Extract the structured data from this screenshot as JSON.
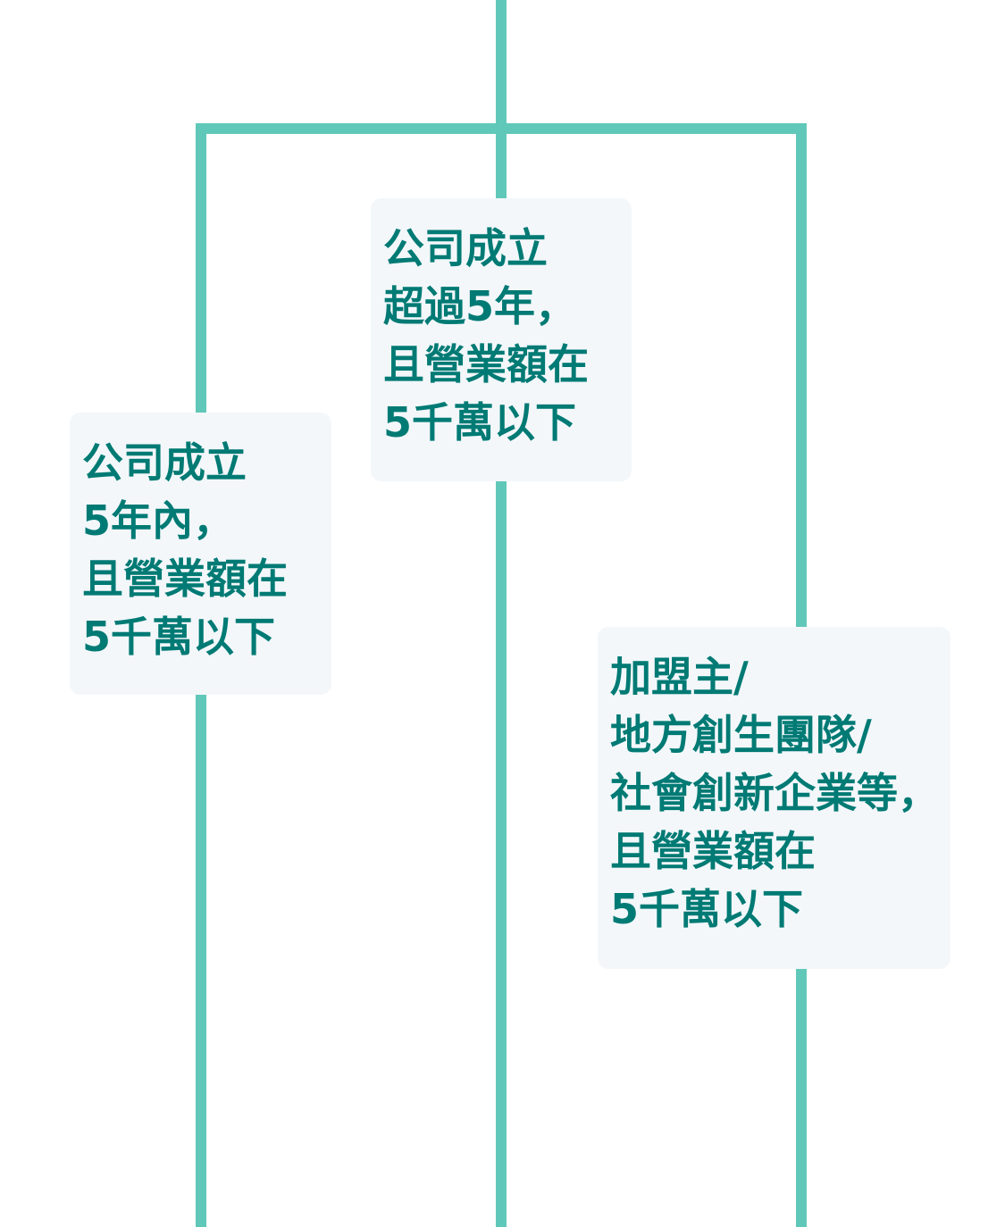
{
  "colors": {
    "line": "#60c8b9",
    "text": "#007a74",
    "box": "#f3f7fa"
  },
  "nodes": [
    {
      "id": "middle",
      "lines": [
        "公司成立",
        "超過5年，",
        "且營業額在",
        "5千萬以下"
      ]
    },
    {
      "id": "left",
      "lines": [
        "公司成立",
        "5年內，",
        "且營業額在",
        "5千萬以下"
      ]
    },
    {
      "id": "right",
      "lines": [
        "加盟主/",
        "地方創生團隊/",
        "社會創新企業等，",
        "且營業額在",
        "5千萬以下"
      ]
    }
  ]
}
